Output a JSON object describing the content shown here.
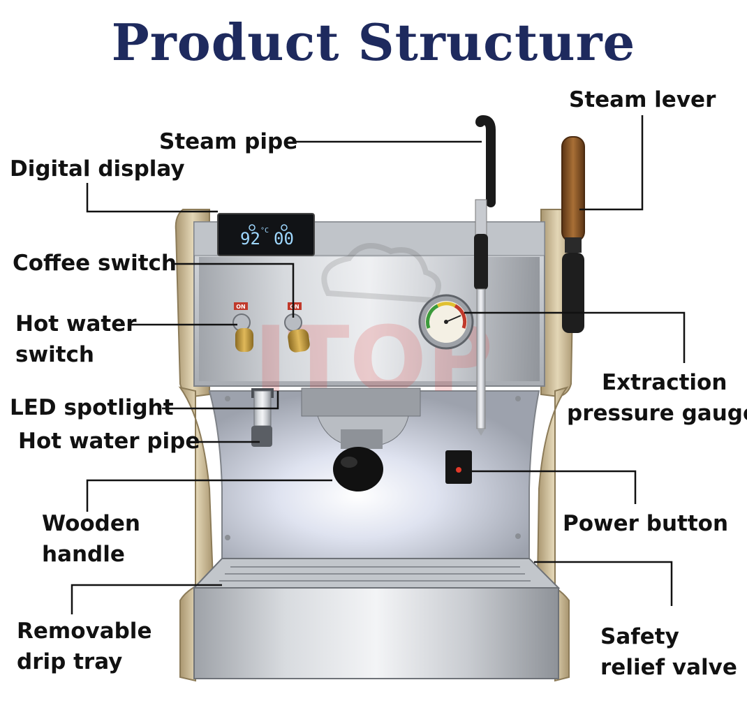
{
  "title": "Product Structure",
  "display": {
    "temperature": "92",
    "unit": "°C",
    "time": "00"
  },
  "switch_tags": {
    "coffee": "ON",
    "hot_water": "ON"
  },
  "watermark": "ITOP",
  "labels": {
    "steam_lever": "Steam lever",
    "steam_pipe": "Steam pipe",
    "digital_display": "Digital display",
    "coffee_switch": "Coffee switch",
    "hot_water_switch_1": "Hot water",
    "hot_water_switch_2": "switch",
    "led_spotlight": "LED spotlight",
    "hot_water_pipe": "Hot water pipe",
    "wooden_handle_1": "Wooden",
    "wooden_handle_2": "handle",
    "removable_drip_tray_1": "Removable",
    "removable_drip_tray_2": "drip tray",
    "extraction_gauge_1": "Extraction",
    "extraction_gauge_2": "pressure gauge",
    "power_button": "Power button",
    "safety_valve_1": "Safety",
    "safety_valve_2": "relief valve"
  },
  "colors": {
    "title": "#1e2a5e",
    "steel": "#c9ccd0",
    "trim": "#c8b48a",
    "wood": "#8a5a2b",
    "brass": "#c59a3e",
    "display_text": "#9fd8ff"
  }
}
